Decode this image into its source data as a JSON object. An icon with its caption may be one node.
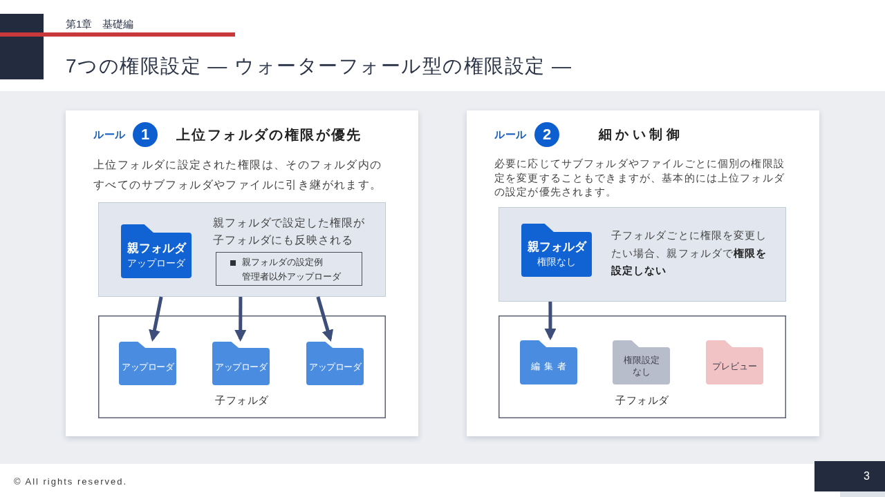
{
  "diagram": {
    "title": "7つの権限設定 — ウォーターフォール型の権限設定 —",
    "nodes": [
      {
        "text": [
          "ルール",
          "上位フォルダの権限が優先",
          "上位フォルダに設定された権限は、そのフォルダ内のすべてのサブフォルダやファイルに引き継がれます。"
        ]
      },
      {
        "text": [
          "1"
        ],
        "in": 0
      },
      {
        "text": [
          "親フォルダで設定した権限が子フォルダにも反映される"
        ],
        "in": 0
      },
      {
        "text": [
          "親フォルダ",
          "アップローダ"
        ],
        "in": 2
      },
      {
        "text": [
          "親フォルダの設定例",
          "管理者以外アップローダ"
        ],
        "in": 2
      },
      {
        "text": [
          "子フォルダ"
        ],
        "in": 0
      },
      {
        "text": [
          "アップローダ"
        ],
        "in": 5
      },
      {
        "text": [
          "アップローダ"
        ],
        "in": 5
      },
      {
        "text": [
          "アップローダ"
        ],
        "in": 5
      },
      {
        "text": [
          "ルール",
          "細かい制御",
          "必要に応じてサブフォルダやファイルごとに個別の権限設定を変更することもできますが、基本的には上位フォルダの設定が優先されます。"
        ]
      },
      {
        "text": [
          "2"
        ],
        "in": 9
      },
      {
        "text": [
          "子フォルダごとに権限を変更したい場合、親フォルダで**権限を設定しない**"
        ],
        "in": 9
      },
      {
        "text": [
          "親フォルダ",
          "権限なし"
        ],
        "in": 11
      },
      {
        "text": [
          "子フォルダ"
        ],
        "in": 9
      },
      {
        "text": [
          "編集者"
        ],
        "in": 13
      },
      {
        "text": [
          "権限設定なし"
        ],
        "in": 13
      },
      {
        "text": [
          "プレビュー"
        ],
        "in": 13
      }
    ],
    "edges": [
      {
        "from": 2,
        "to": 6,
        "arrow": "to"
      },
      {
        "from": 2,
        "to": 7,
        "arrow": "to"
      },
      {
        "from": 2,
        "to": 8,
        "arrow": "to"
      },
      {
        "from": 11,
        "to": 14,
        "arrow": "to"
      }
    ],
    "labels": [
      "第1章　基礎編",
      "© All rights reserved.",
      "3"
    ]
  }
}
